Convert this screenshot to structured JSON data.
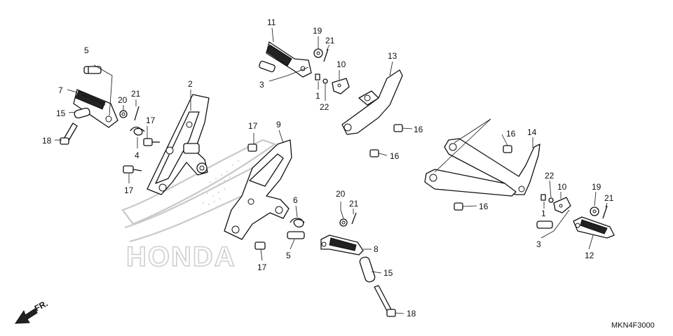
{
  "diagram": {
    "watermark": "HONDA",
    "direction_label": "FR.",
    "figure_code": "MKN4F3000",
    "callouts": [
      {
        "id": "c-5a",
        "text": "5"
      },
      {
        "id": "c-7",
        "text": "7"
      },
      {
        "id": "c-15a",
        "text": "15"
      },
      {
        "id": "c-18a",
        "text": "18"
      },
      {
        "id": "c-20a",
        "text": "20"
      },
      {
        "id": "c-21a",
        "text": "21"
      },
      {
        "id": "c-17a",
        "text": "17"
      },
      {
        "id": "c-4",
        "text": "4"
      },
      {
        "id": "c-2",
        "text": "2"
      },
      {
        "id": "c-17b",
        "text": "17"
      },
      {
        "id": "c-11",
        "text": "11"
      },
      {
        "id": "c-3a",
        "text": "3"
      },
      {
        "id": "c-19a",
        "text": "19"
      },
      {
        "id": "c-21b",
        "text": "21"
      },
      {
        "id": "c-10a",
        "text": "10"
      },
      {
        "id": "c-1a",
        "text": "1"
      },
      {
        "id": "c-22a",
        "text": "22"
      },
      {
        "id": "c-13",
        "text": "13"
      },
      {
        "id": "c-16a",
        "text": "16"
      },
      {
        "id": "c-16b",
        "text": "16"
      },
      {
        "id": "c-17c",
        "text": "17"
      },
      {
        "id": "c-9",
        "text": "9"
      },
      {
        "id": "c-6",
        "text": "6"
      },
      {
        "id": "c-17d",
        "text": "17"
      },
      {
        "id": "c-20b",
        "text": "20"
      },
      {
        "id": "c-21c",
        "text": "21"
      },
      {
        "id": "c-5b",
        "text": "5"
      },
      {
        "id": "c-8",
        "text": "8"
      },
      {
        "id": "c-15b",
        "text": "15"
      },
      {
        "id": "c-18b",
        "text": "18"
      },
      {
        "id": "c-16c",
        "text": "16"
      },
      {
        "id": "c-14",
        "text": "14"
      },
      {
        "id": "c-16d",
        "text": "16"
      },
      {
        "id": "c-22b",
        "text": "22"
      },
      {
        "id": "c-10b",
        "text": "10"
      },
      {
        "id": "c-1b",
        "text": "1"
      },
      {
        "id": "c-19b",
        "text": "19"
      },
      {
        "id": "c-21d",
        "text": "21"
      },
      {
        "id": "c-3b",
        "text": "3"
      },
      {
        "id": "c-12",
        "text": "12"
      }
    ]
  }
}
